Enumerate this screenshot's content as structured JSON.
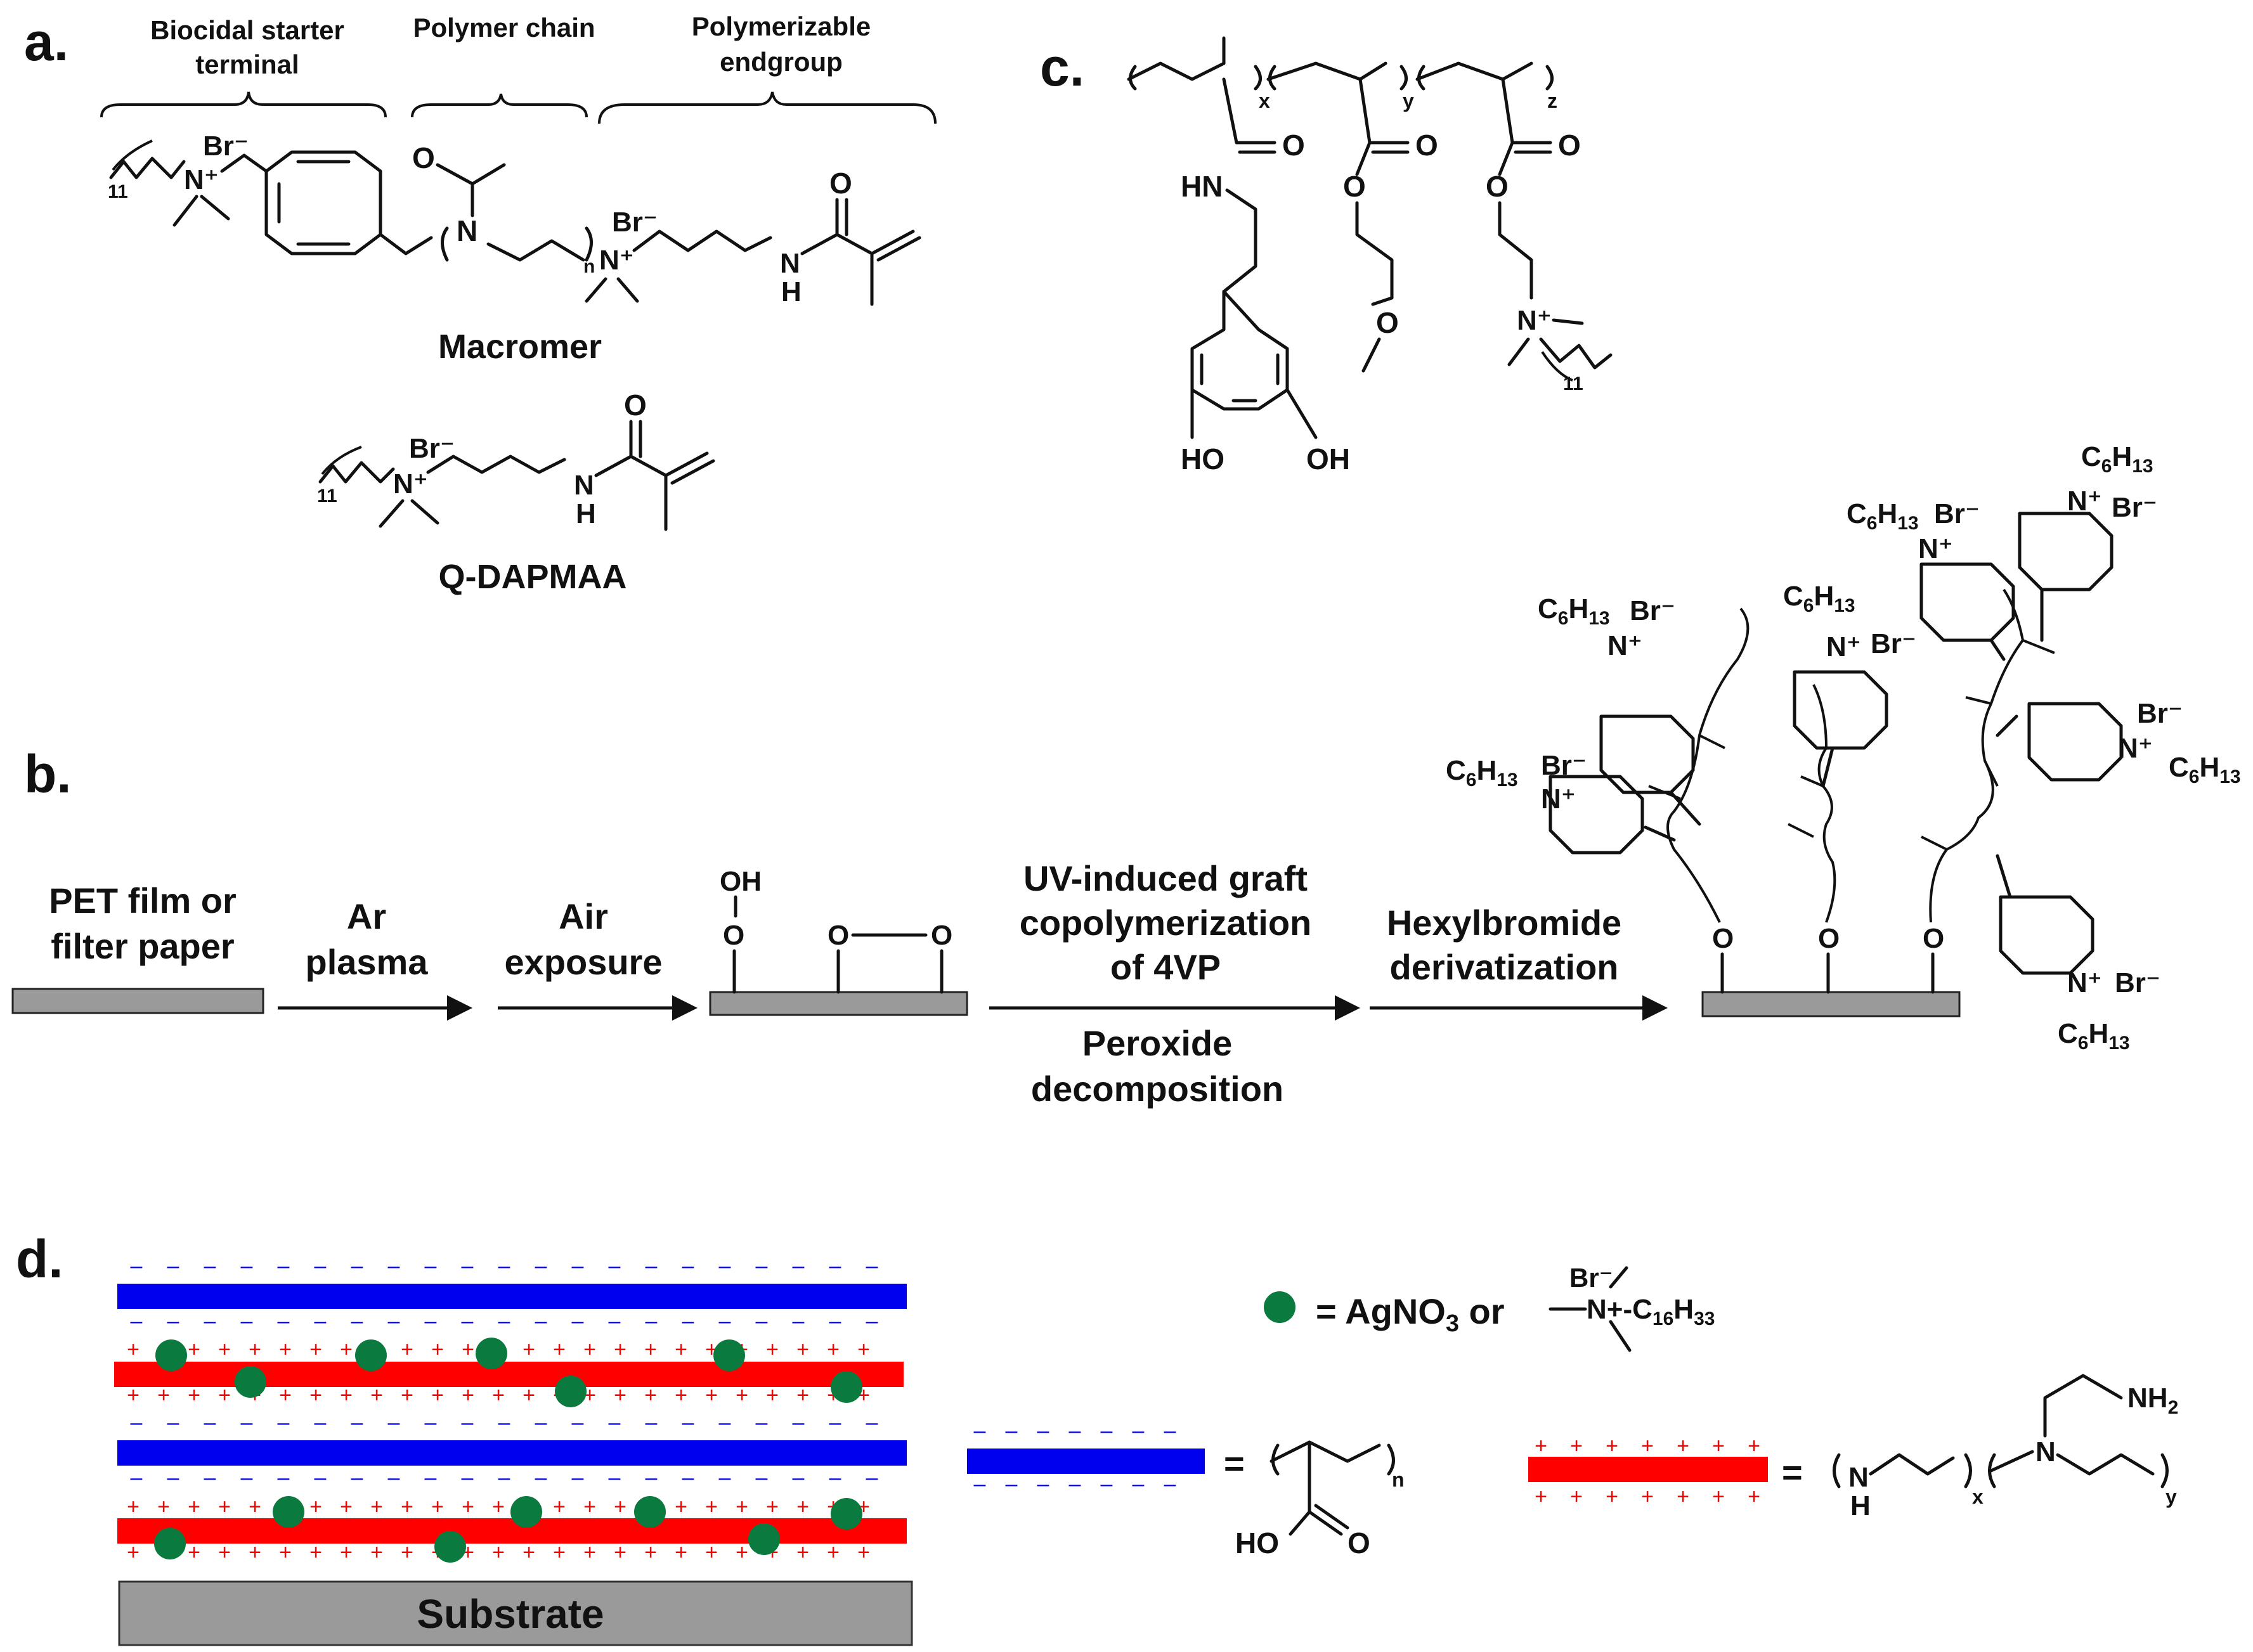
{
  "panels": {
    "a": {
      "label": "a.",
      "headers": {
        "biocidal_1": "Biocidal starter",
        "biocidal_2": "terminal",
        "chain": "Polymer chain",
        "endgroup_1": "Polymerizable",
        "endgroup_2": "endgroup"
      },
      "macromer": {
        "name": "Macromer",
        "br1": "Br⁻",
        "n1": "N⁺",
        "sub11": "11",
        "n_amide": "N",
        "o_acetyl": "O",
        "sub_n": "n",
        "br2": "Br⁻",
        "n2": "N⁺",
        "nh_n": "N",
        "nh_h": "H",
        "o_amide": "O"
      },
      "qdapmaa": {
        "name": "Q-DAPMAA",
        "br": "Br⁻",
        "n": "N⁺",
        "sub11": "11",
        "nh_n": "N",
        "nh_h": "H",
        "o": "O"
      }
    },
    "b": {
      "label": "b.",
      "start_1": "PET film or",
      "start_2": "filter paper",
      "step1_1": "Ar",
      "step1_2": "plasma",
      "step2_1": "Air",
      "step2_2": "exposure",
      "oh": "OH",
      "o": "O",
      "step3_1": "UV-induced graft",
      "step3_2": "copolymerization",
      "step3_3": "of 4VP",
      "step3_4": "Peroxide",
      "step3_5": "decomposition",
      "step4_1": "Hexylbromide",
      "step4_2": "derivatization",
      "hexyl_prefix": "C",
      "hexyl_sub6": "6",
      "hexyl_mid": "H",
      "hexyl_sub13": "13",
      "br": "Br⁻",
      "nplus": "N⁺"
    },
    "c": {
      "label": "c.",
      "sub_x": "x",
      "sub_y": "y",
      "sub_z": "z",
      "o": "O",
      "hn": "HN",
      "ho": "HO",
      "oh": "OH",
      "nplus": "N⁺",
      "sub11": "11"
    },
    "d": {
      "label": "d.",
      "substrate": "Substrate",
      "legend_dot_text": "= AgNO",
      "legend_dot_sub3": "3",
      "legend_dot_or": " or",
      "br": "Br⁻",
      "quat_n": "N+",
      "quat_c": "-C",
      "quat_sub16": "16",
      "quat_h": "H",
      "quat_sub33": "33",
      "eq": "=",
      "sub_n": "n",
      "ho": "HO",
      "o": "O",
      "pei_n": "N",
      "pei_h": "H",
      "nh2": "NH",
      "nh2_sub": "2",
      "sub_x": "x",
      "sub_y": "y",
      "plus": "+",
      "minus": "–"
    }
  },
  "colors": {
    "blue_layer": "#0000ee",
    "red_layer": "#ff0000",
    "green_dot": "#0b7a3e",
    "substrate_gray": "#9a9a9a",
    "film_gray": "#9a9a9a"
  }
}
